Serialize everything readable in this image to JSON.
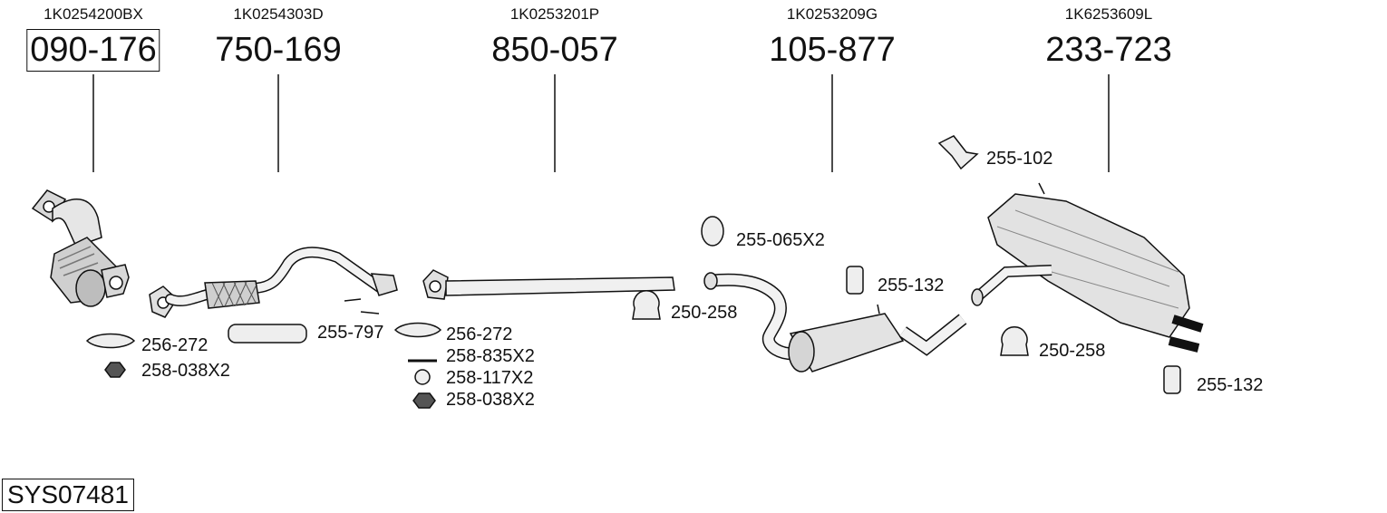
{
  "columns": [
    {
      "oem": "1K0254200BX",
      "part": "090-176"
    },
    {
      "oem": "1K0254303D",
      "part": "750-169"
    },
    {
      "oem": "1K0253201P",
      "part": "850-057"
    },
    {
      "oem": "1K0253209G",
      "part": "105-877"
    },
    {
      "oem": "1K6253609L",
      "part": "233-723"
    }
  ],
  "accessories": [
    {
      "label": "256-272"
    },
    {
      "label": "258-038X2"
    },
    {
      "label": "255-797"
    },
    {
      "label": "256-272"
    },
    {
      "label": "258-835X2"
    },
    {
      "label": "258-117X2"
    },
    {
      "label": "258-038X2"
    },
    {
      "label": "255-065X2"
    },
    {
      "label": "250-258"
    },
    {
      "label": "255-132"
    },
    {
      "label": "255-102"
    },
    {
      "label": "250-258"
    },
    {
      "label": "255-132"
    }
  ],
  "system_id": "SYS07481"
}
